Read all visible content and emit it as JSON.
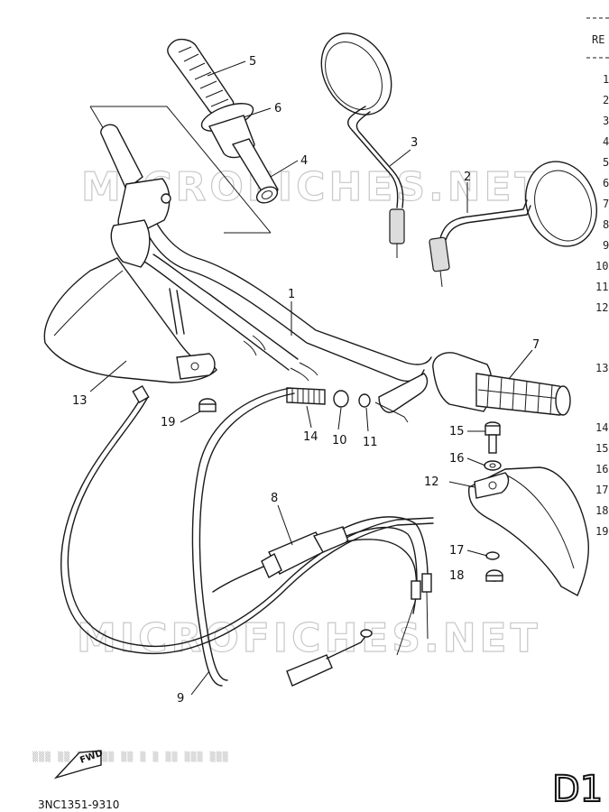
{
  "watermarks": [
    "MICROFICHES.NET",
    "MICROFICHES.NET"
  ],
  "callouts": [
    {
      "id": "c1",
      "label": "1"
    },
    {
      "id": "c2",
      "label": "2"
    },
    {
      "id": "c3",
      "label": "3"
    },
    {
      "id": "c4",
      "label": "4"
    },
    {
      "id": "c5",
      "label": "5"
    },
    {
      "id": "c6",
      "label": "6"
    },
    {
      "id": "c7",
      "label": "7"
    },
    {
      "id": "c8",
      "label": "8"
    },
    {
      "id": "c9",
      "label": "9"
    },
    {
      "id": "c10",
      "label": "10"
    },
    {
      "id": "c11",
      "label": "11"
    },
    {
      "id": "c12",
      "label": "12"
    },
    {
      "id": "c13",
      "label": "13"
    },
    {
      "id": "c14",
      "label": "14"
    },
    {
      "id": "c15",
      "label": "15"
    },
    {
      "id": "c16",
      "label": "16"
    },
    {
      "id": "c17",
      "label": "17"
    },
    {
      "id": "c18",
      "label": "18"
    },
    {
      "id": "c19",
      "label": "19"
    }
  ],
  "side_column": {
    "header": "RE",
    "entries": [
      "1",
      "2",
      "3",
      "4",
      "5",
      "6",
      "7",
      "8",
      "9",
      "10",
      "11",
      "12",
      "13",
      "14",
      "15",
      "16",
      "17",
      "18",
      "19"
    ]
  },
  "fwd_label": "FWD",
  "part_number": "3NC1351-9310",
  "page_code": "D1"
}
